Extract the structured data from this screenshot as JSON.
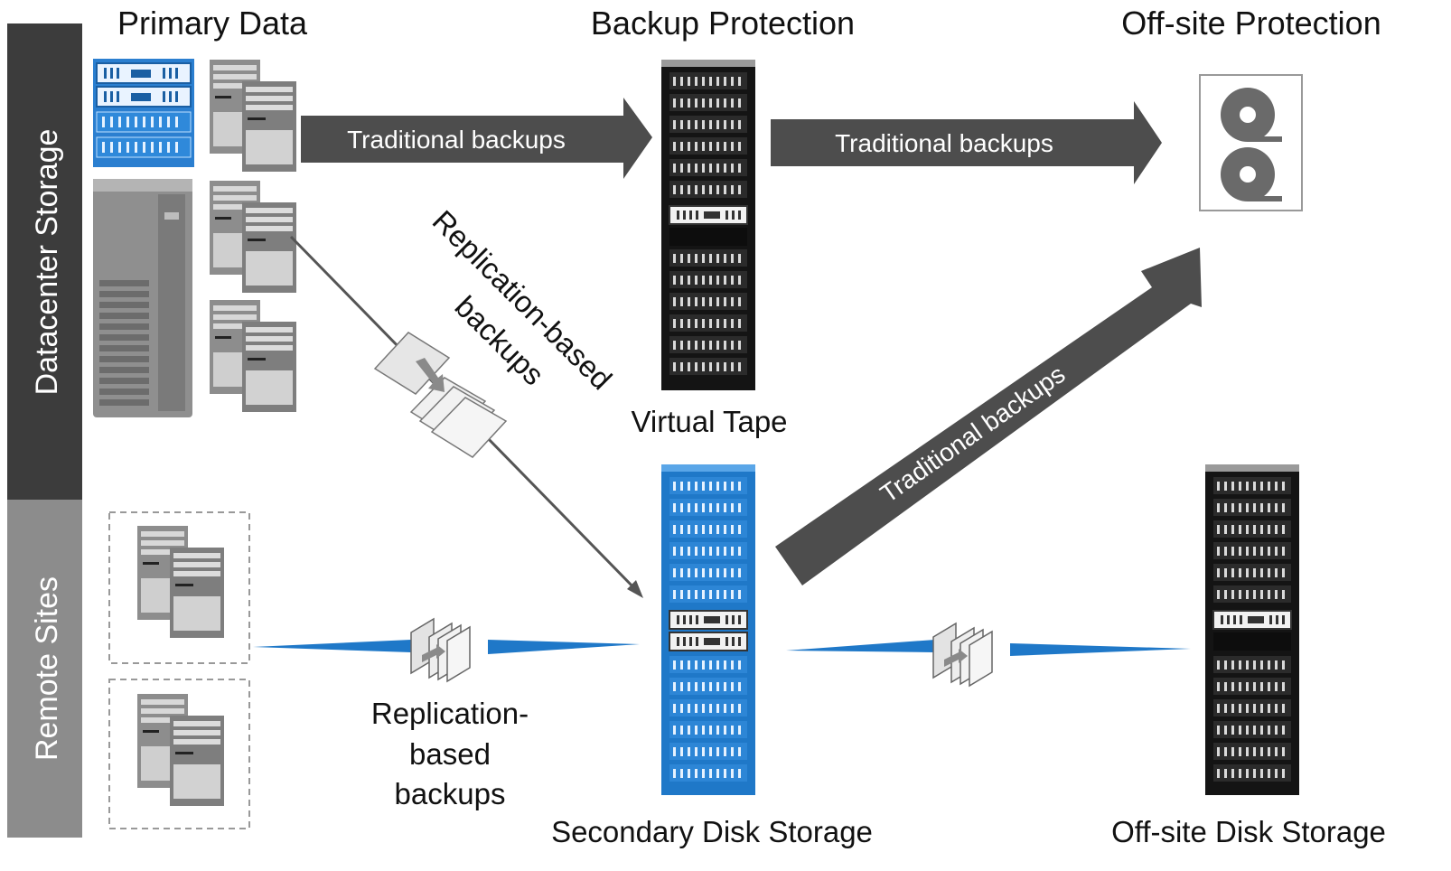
{
  "headers": {
    "primary": "Primary Data",
    "backup": "Backup Protection",
    "offsite": "Off-site Protection"
  },
  "side_labels": {
    "datacenter": "Datacenter Storage",
    "remote": "Remote Sites"
  },
  "arrows": {
    "trad_1": "Traditional backups",
    "trad_2": "Traditional backups",
    "trad_3": "Traditional backups"
  },
  "replication_diag": {
    "line1": "Replication-based",
    "line2": "backups"
  },
  "replication_bottom": {
    "line1": "Replication-",
    "line2": "based",
    "line3": "backups"
  },
  "device_labels": {
    "virtual_tape": "Virtual Tape",
    "secondary_disk": "Secondary Disk Storage",
    "offsite_disk": "Off-site Disk Storage"
  },
  "colors": {
    "side_dark": "#3c3c3c",
    "side_light": "#8c8c8c",
    "arrow": "#4d4d4d",
    "blue": "#1f78c8",
    "rack_dark": "#1a1a1a",
    "server_gray": "#8a8a8a"
  },
  "icons": [
    "server-pair-icon",
    "storage-array-icon",
    "mainframe-icon",
    "tape-rack-icon",
    "disk-rack-icon",
    "tape-reels-icon",
    "document-copy-icon"
  ]
}
